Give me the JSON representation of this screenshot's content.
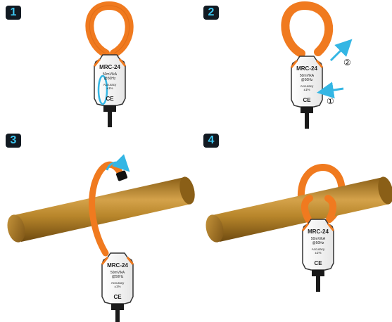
{
  "steps": [
    {
      "number": "1"
    },
    {
      "number": "2"
    },
    {
      "number": "3"
    },
    {
      "number": "4"
    }
  ],
  "clamp": {
    "model": "MRC-24",
    "ratio": "50mV/kA",
    "freq": "@50Hz",
    "accuracy_label": "Accuracy",
    "accuracy_value": "±1%",
    "ce_mark": "CE"
  },
  "step2_markers": {
    "release": "①",
    "open": "②"
  },
  "colors": {
    "coil": "#f07a1f",
    "coil_dark": "#c95a0e",
    "body": "#ffffff",
    "body_edge": "#333333",
    "cable": "#1a1a1a",
    "arrow": "#34b6e4",
    "badge_bg": "#121a22",
    "badge_text": "#3dc6f1",
    "pipe": "#b8862b"
  }
}
